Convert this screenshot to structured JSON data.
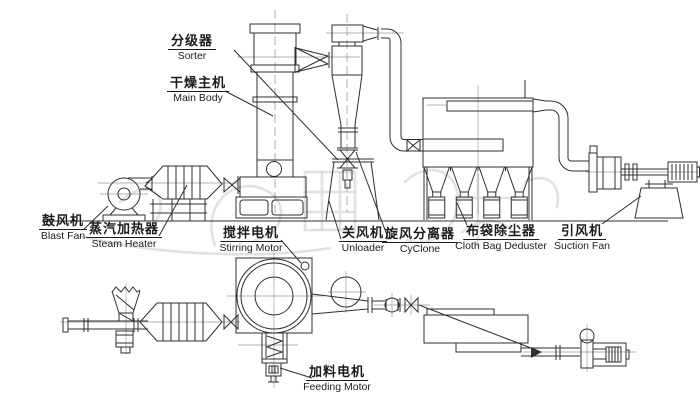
{
  "diagram": {
    "background": "#ffffff",
    "line_color": "#2f2f2f",
    "centerline_color": "#9a9a9a",
    "watermark_color": "#cfcfcf",
    "labels": {
      "sorter": {
        "zh": "分级器",
        "en": "Sorter"
      },
      "main_body": {
        "zh": "干燥主机",
        "en": "Main Body"
      },
      "blast_fan": {
        "zh": "鼓风机",
        "en": "Blast Fan"
      },
      "steam_heater": {
        "zh": "蒸汽加热器",
        "en": "Steam Heater"
      },
      "stirring_motor": {
        "zh": "搅拌电机",
        "en": "Stirring Motor"
      },
      "unloader": {
        "zh": "关风机",
        "en": "Unloader"
      },
      "cyclone": {
        "zh": "旋风分离器",
        "en": "CyClone"
      },
      "cloth_bag_deduster": {
        "zh": "布袋除尘器",
        "en": "Cloth Bag Deduster"
      },
      "suction_fan": {
        "zh": "引风机",
        "en": "Suction Fan"
      },
      "feeding_motor": {
        "zh": "加料电机",
        "en": "Feeding Motor"
      }
    }
  }
}
